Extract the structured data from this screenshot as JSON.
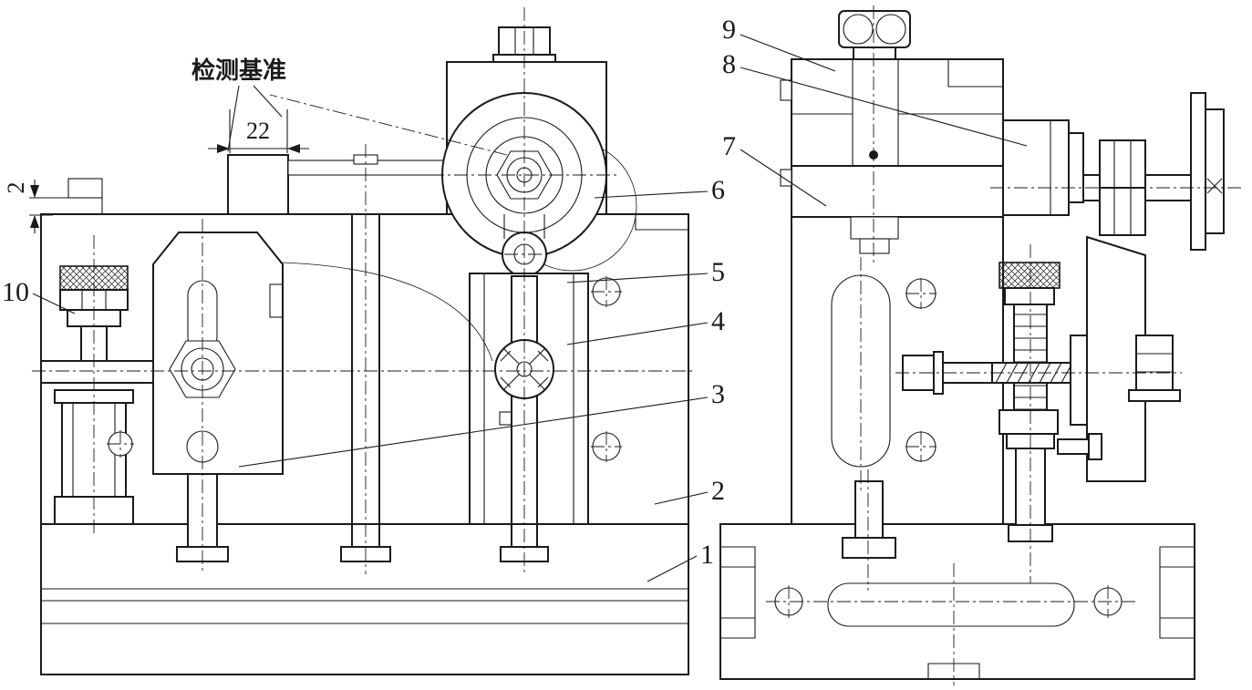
{
  "drawing": {
    "background": "#ffffff",
    "stroke": "#1a1a1a",
    "datum_label": "检测基准",
    "dimensions": {
      "width": "22",
      "step": "2"
    },
    "callouts": [
      {
        "label": "1"
      },
      {
        "label": "2"
      },
      {
        "label": "3"
      },
      {
        "label": "4"
      },
      {
        "label": "5"
      },
      {
        "label": "6"
      },
      {
        "label": "7"
      },
      {
        "label": "8"
      },
      {
        "label": "9"
      },
      {
        "label": "10"
      }
    ]
  }
}
